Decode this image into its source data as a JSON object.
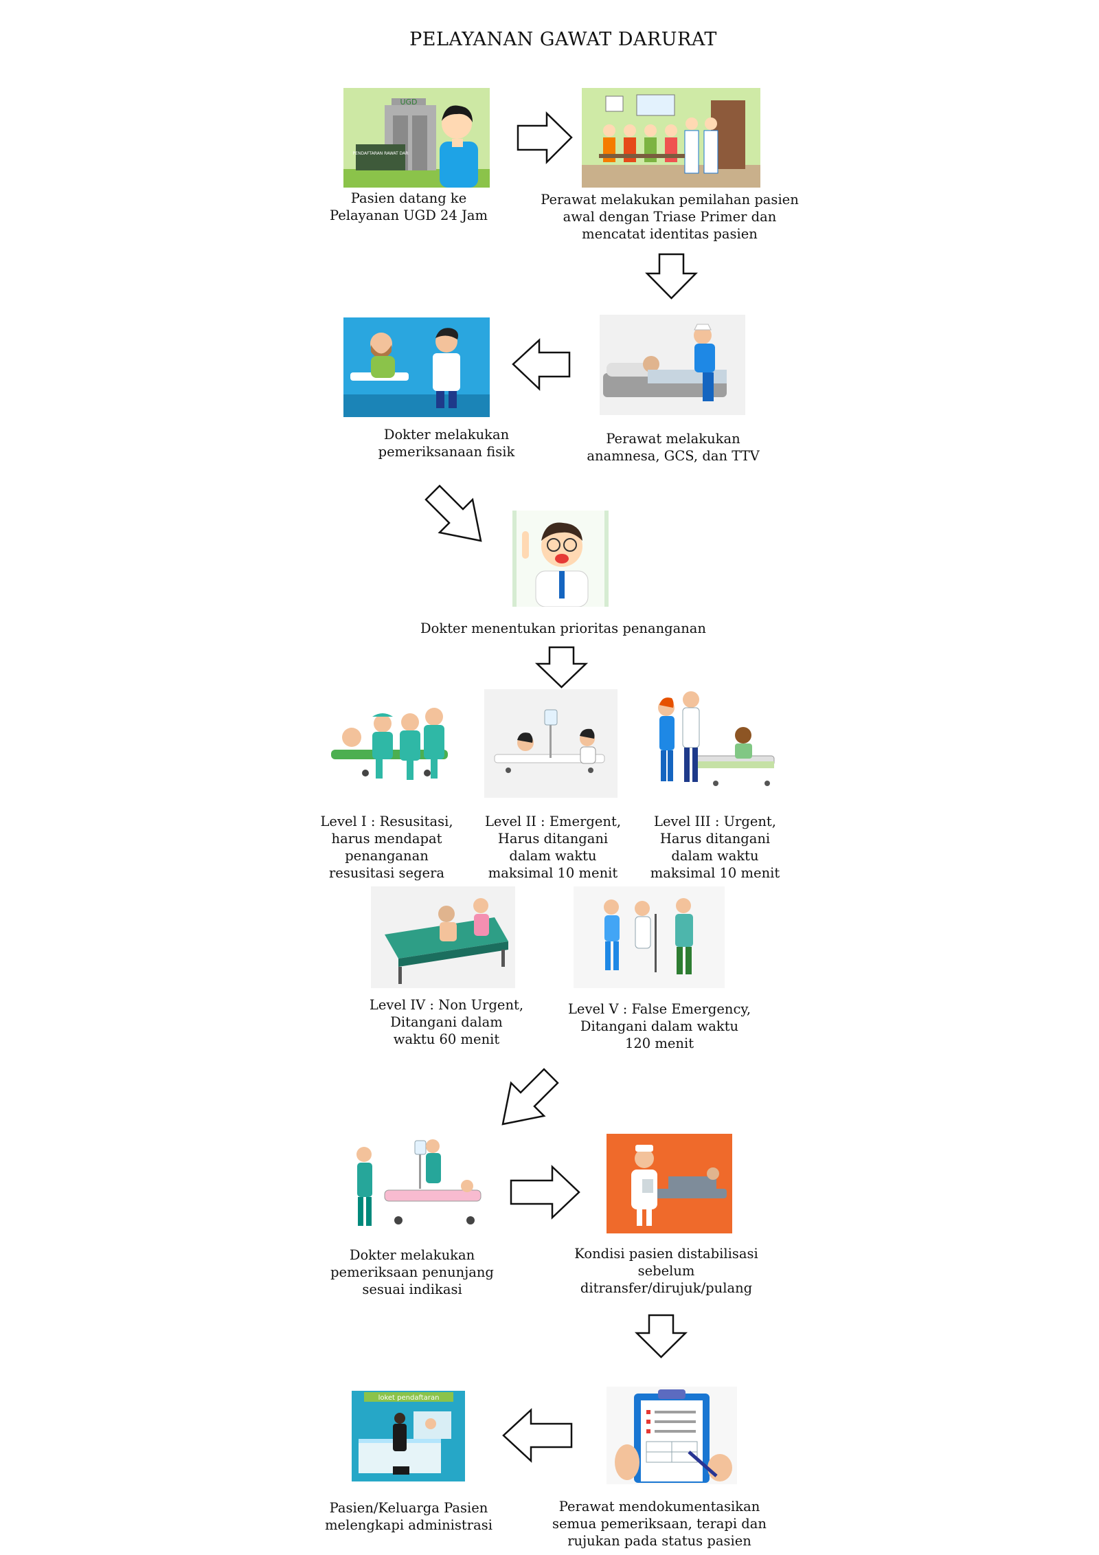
{
  "title": "PELAYANAN GAWAT DARURAT",
  "icons": {
    "arrow": "outline-block-arrow",
    "step_ugd": "ugd-building-patient-illustration",
    "step_triage": "waiting-room-triage-illustration",
    "step_anamnesis": "nurse-bedside-illustration",
    "step_exam": "doctor-exam-illustration",
    "step_priority": "doctor-pointing-illustration",
    "level_1": "resuscitation-team-illustration",
    "level_2": "emergent-care-illustration",
    "level_3": "urgent-ward-illustration",
    "level_4": "non-urgent-bed-illustration",
    "level_5": "walking-patient-illustration",
    "step_support": "stretcher-transport-illustration",
    "step_stabilize": "nurse-stabilization-illustration",
    "step_document": "clipboard-documentation-illustration",
    "step_admin": "registration-desk-illustration"
  },
  "colors": {
    "green_bg": "#cde8a4",
    "blue_bg": "#2aa6df",
    "orange_bg": "#ef6a2b",
    "teal_scrub": "#2fb8a6",
    "arrow_stroke": "#111111"
  },
  "steps": {
    "ugd": "Pasien datang ke\nPelayanan UGD 24 Jam",
    "triage": "Perawat melakukan pemilahan pasien\nawal dengan Triase Primer dan\nmencatat identitas pasien",
    "exam": "Dokter melakukan\npemeriksanaan fisik",
    "anamnesis": "Perawat melakukan\nanamnesa, GCS, dan TTV",
    "priority": "Dokter menentukan prioritas penanganan",
    "level_1": "Level I : Resusitasi,\nharus mendapat\npenanganan\nresusitasi segera",
    "level_2": "Level II : Emergent,\nHarus ditangani\ndalam waktu\nmaksimal 10 menit",
    "level_3": "Level III : Urgent,\nHarus ditangani\ndalam waktu\nmaksimal 10 menit",
    "level_4": "Level IV : Non Urgent,\nDitangani dalam\nwaktu 60 menit",
    "level_5": "Level V : False Emergency,\nDitangani dalam waktu\n120 menit",
    "support": "Dokter melakukan\npemeriksaan penunjang\nsesuai indikasi",
    "stabilize": "Kondisi pasien distabilisasi\nsebelum\nditransfer/dirujuk/pulang",
    "document": "Perawat mendokumentasikan\nsemua pemeriksaan, terapi dan\nrujukan pada status pasien",
    "admin": "Pasien/Keluarga Pasien\nmelengkapi administrasi"
  },
  "image_text": {
    "ugd_sign": "UGD",
    "desk_sign": "PENDAFTARAN\nRAWAT DAR",
    "loket_sign": "loket pendaftaran"
  }
}
